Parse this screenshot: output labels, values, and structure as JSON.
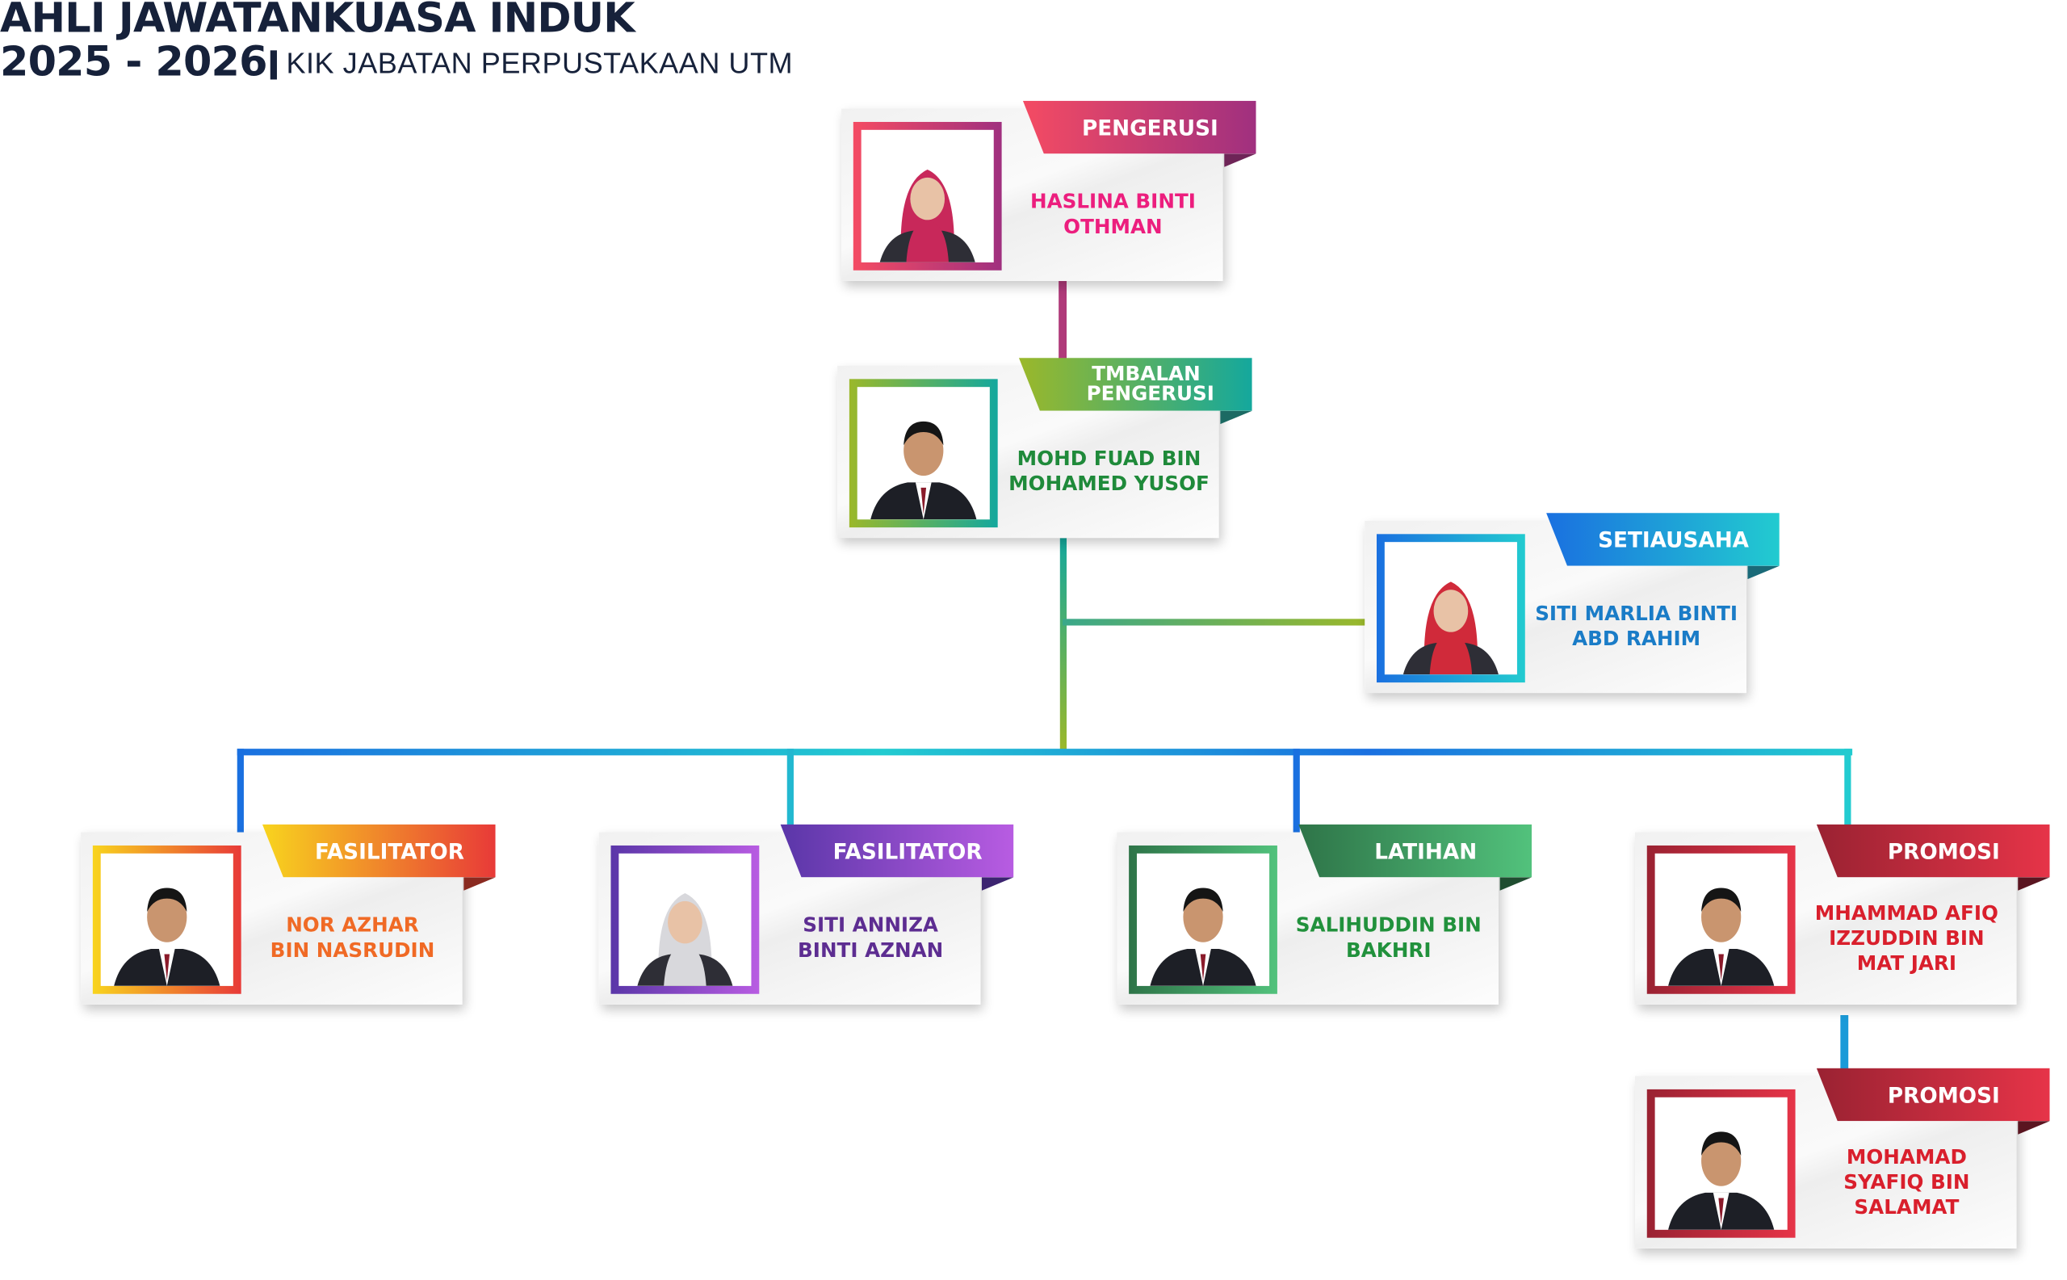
{
  "header": {
    "title": "AHLI JAWATANKUASA INDUK",
    "years": "2025 - 2026",
    "subtitle": "KIK JABATAN PERPUSTAKAAN UTM"
  },
  "members": [
    {
      "role": "PENGERUSI",
      "name": [
        "HASLINA BINTI",
        "OTHMAN"
      ],
      "grad": [
        "#f44b63",
        "#a0307f"
      ],
      "fold": "#6e2457",
      "name_color": "#ec1e7e",
      "hijab": "#c8285a"
    },
    {
      "role": "TMBALAN PENGERUSI",
      "name": [
        "MOHD FUAD BIN",
        "MOHAMED YUSOF"
      ],
      "grad": [
        "#9bb82a",
        "#14a89d"
      ],
      "fold": "#1c6a63",
      "name_color": "#1f8a3a",
      "hijab": ""
    },
    {
      "role": "SETIAUSAHA",
      "name": [
        "SITI MARLIA BINTI",
        "ABD RAHIM"
      ],
      "grad": [
        "#1a70e0",
        "#22cbd0"
      ],
      "fold": "#1a6a78",
      "name_color": "#1a7cc7",
      "hijab": "#d02a3a"
    },
    {
      "role": "FASILITATOR",
      "name": [
        "NOR AZHAR",
        "BIN NASRUDIN"
      ],
      "grad": [
        "#f8d41e",
        "#e83a38"
      ],
      "fold": "#8a2a20",
      "name_color": "#f06a25",
      "hijab": ""
    },
    {
      "role": "FASILITATOR",
      "name": [
        "SITI ANNIZA",
        "BINTI AZNAN"
      ],
      "grad": [
        "#5a36a8",
        "#b85ce2"
      ],
      "fold": "#3c2470",
      "name_color": "#5d2d91",
      "hijab": "#d8d8dc"
    },
    {
      "role": "LATIHAN",
      "name": [
        "SALIHUDDIN BIN",
        "BAKHRI"
      ],
      "grad": [
        "#2e7448",
        "#52c27c"
      ],
      "fold": "#1f4d30",
      "name_color": "#21913c",
      "hijab": ""
    },
    {
      "role": "PROMOSI",
      "name": [
        "MHAMMAD AFIQ",
        "IZZUDDIN BIN",
        "MAT JARI"
      ],
      "grad": [
        "#9a2232",
        "#e63448"
      ],
      "fold": "#5a1520",
      "name_color": "#d91f2c",
      "hijab": ""
    },
    {
      "role": "PROMOSI",
      "name": [
        "MOHAMAD",
        "SYAFIQ BIN",
        "SALAMAT"
      ],
      "grad": [
        "#9a2232",
        "#e63448"
      ],
      "fold": "#5a1520",
      "name_color": "#d91f2c",
      "hijab": ""
    }
  ]
}
